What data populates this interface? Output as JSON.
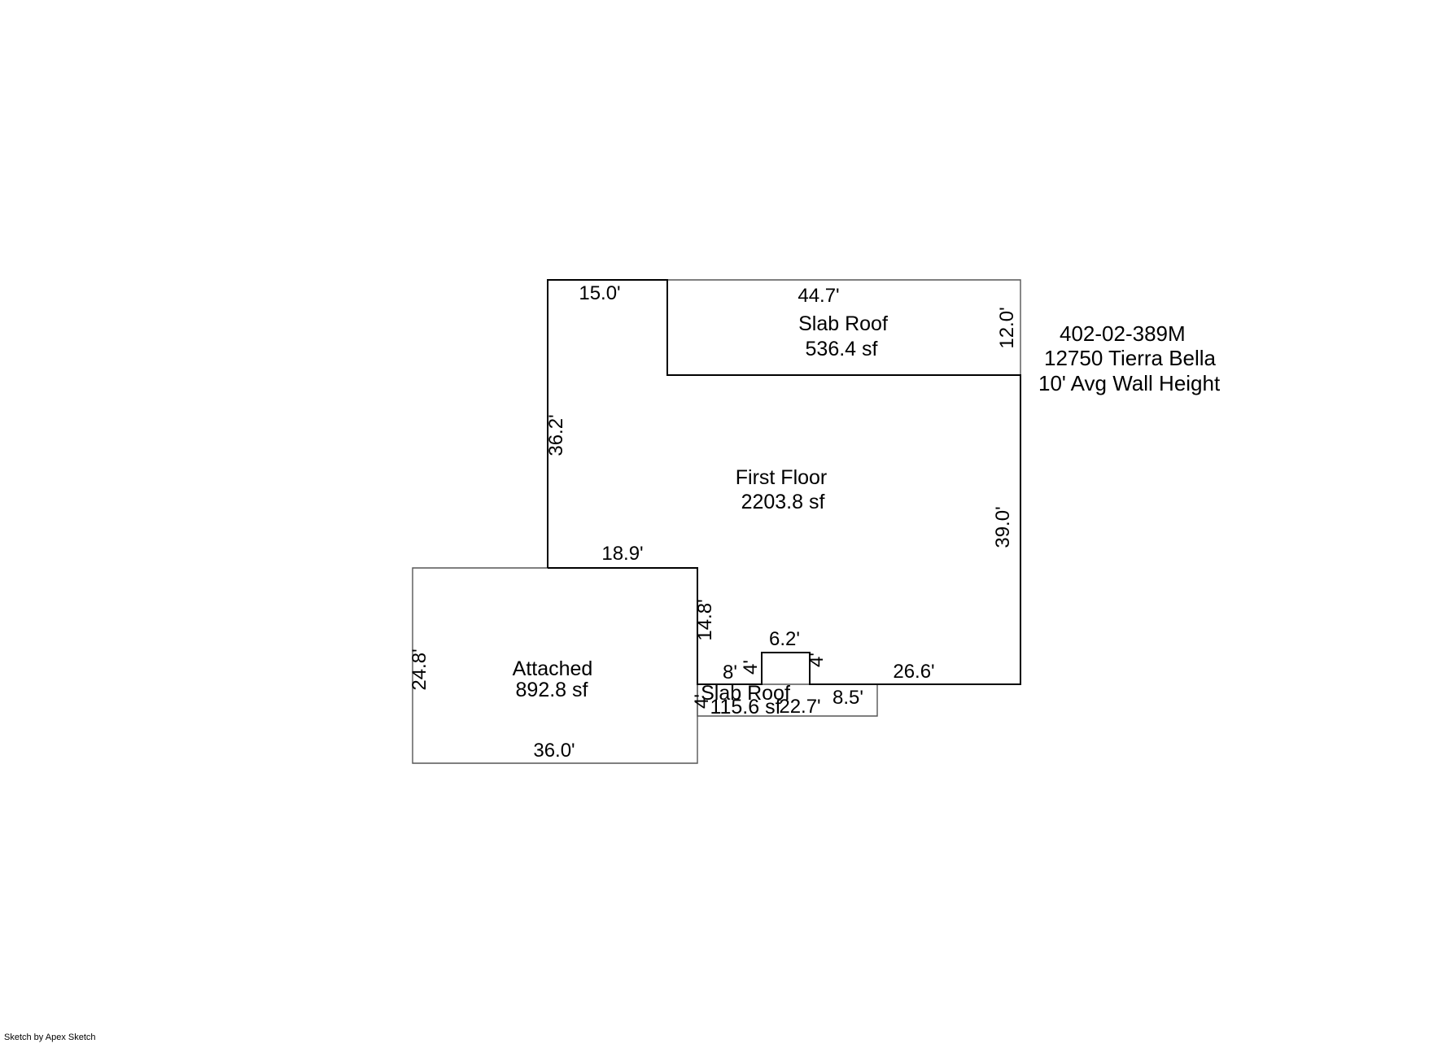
{
  "property": {
    "parcel": "402-02-389M",
    "address": "12750 Tierra Bella",
    "wall_height": "10' Avg Wall Height"
  },
  "areas": {
    "first_floor": {
      "name": "First Floor",
      "area": "2203.8 sf"
    },
    "slab_roof_top": {
      "name": "Slab Roof",
      "area": "536.4 sf"
    },
    "attached": {
      "name": "Attached",
      "area": "892.8 sf"
    },
    "slab_roof_small": {
      "name": "Slab Roof",
      "area": "115.6 sf"
    }
  },
  "dimensions": {
    "ff_top_left": "15.0'",
    "ff_left": "36.2'",
    "ff_step": "18.9'",
    "ff_right": "39.0'",
    "ff_bottom_right": "26.6'",
    "ff_garage_side": "14.8'",
    "ff_bump_top": "6.2'",
    "ff_bump_left": "4'",
    "ff_bump_right": "4'",
    "ff_short_bottom": "8'",
    "sr_top": "44.7'",
    "sr_right": "12.0'",
    "at_left": "24.8'",
    "at_bottom": "36.0'",
    "srs_left": "4'",
    "srs_bottom": "22.7'",
    "srs_right_step": "8.5'"
  },
  "footer": {
    "credit": "Sketch by Apex Sketch"
  },
  "colors": {
    "wall_main": "#000000",
    "wall_thin": "#555555",
    "background": "#ffffff"
  }
}
